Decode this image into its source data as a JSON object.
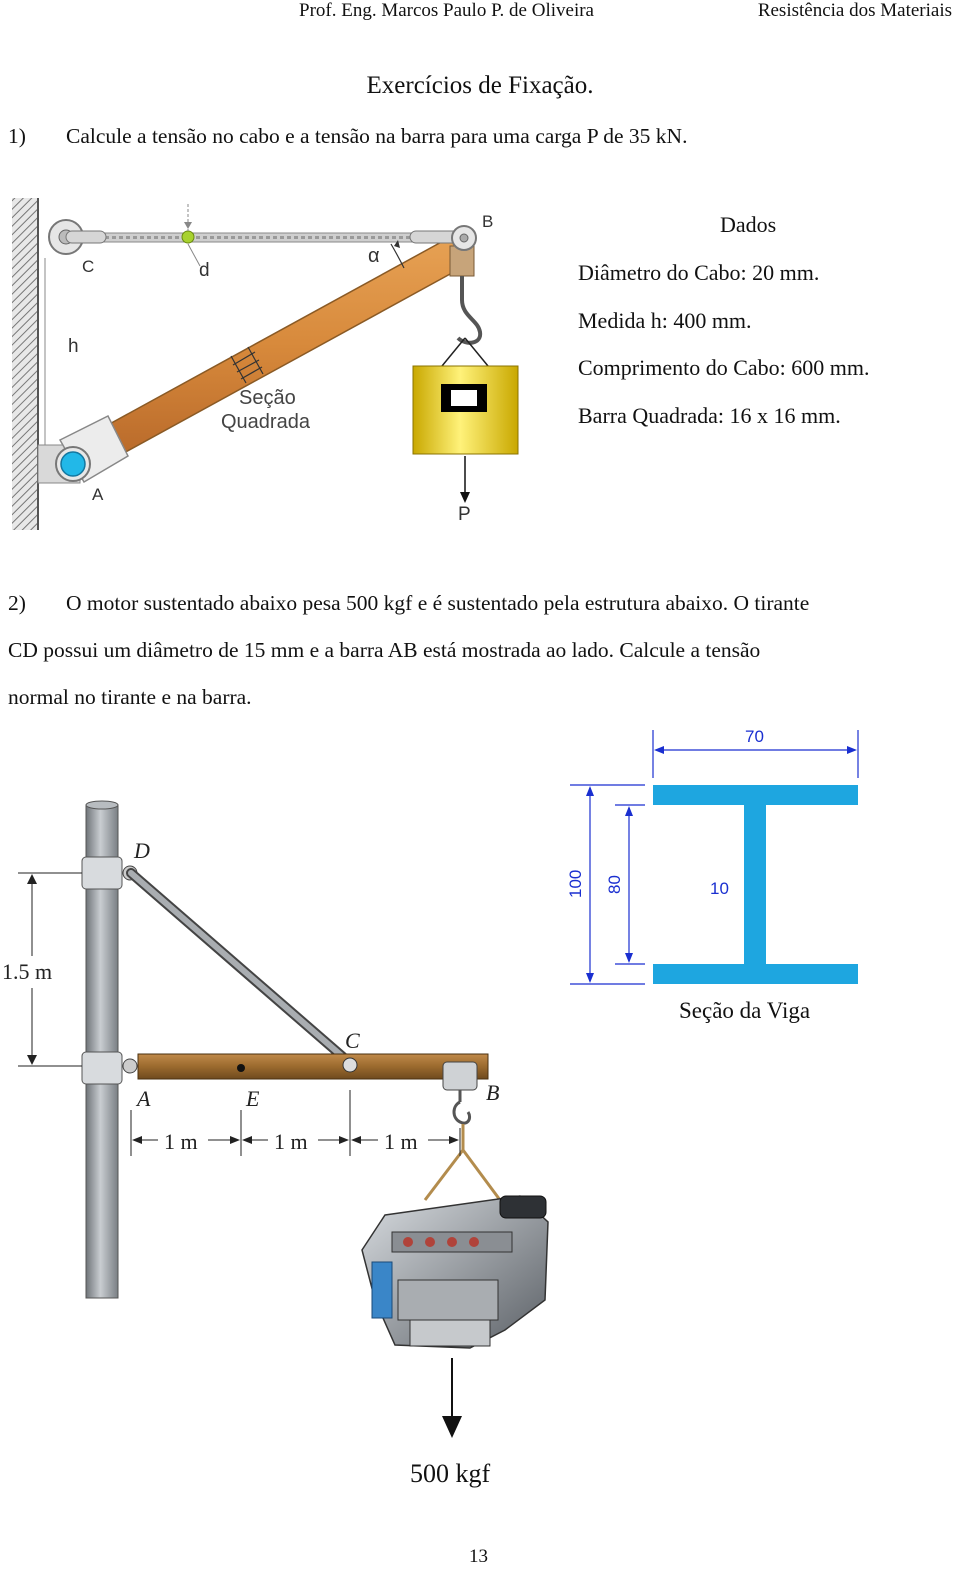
{
  "header": {
    "left": "Prof. Eng. Marcos Paulo P. de Oliveira",
    "right": "Resistência dos Materiais"
  },
  "title": "Exercícios de Fixação.",
  "exercise1": {
    "number": "1)",
    "text": "Calcule a tensão no cabo e a tensão na barra para uma carga P de 35 kN.",
    "figure": {
      "label_B": "B",
      "label_C": "C",
      "label_d": "d",
      "label_alpha": "α",
      "label_h": "h",
      "label_A": "A",
      "label_P": "P",
      "section_line1": "Seção",
      "section_line2": "Quadrada"
    },
    "data": {
      "heading": "Dados",
      "items": [
        "Diâmetro do Cabo: 20 mm.",
        "Medida h: 400 mm.",
        "Comprimento do Cabo: 600 mm.",
        "Barra Quadrada: 16 x 16 mm."
      ]
    }
  },
  "exercise2": {
    "number": "2)",
    "line1": "O motor sustentado abaixo pesa 500 kgf e é sustentado pela estrutura abaixo. O tirante",
    "line2": "CD possui um diâmetro de 15 mm e a barra AB está mostrada ao lado. Calcule a tensão",
    "line3": "normal no tirante e na barra.",
    "figure": {
      "label_D": "D",
      "label_C": "C",
      "label_A": "A",
      "label_E": "E",
      "label_B": "B",
      "height": "1.5 m",
      "span1": "1 m",
      "span2": "1 m",
      "span3": "1 m",
      "load": "500 kgf"
    },
    "section": {
      "width": "70",
      "height_total": "100",
      "height_web": "80",
      "web_thickness": "10",
      "caption": "Seção da Viga"
    }
  },
  "page_number": "13",
  "colors": {
    "wood": "#d98a3c",
    "weight_yellow": "#e8d200",
    "ibeam_blue": "#1ea6e0",
    "dim_blue": "#1a2fd0",
    "pole_gray": "#9a9fa4",
    "beam_brown": "#9b6a2e"
  }
}
